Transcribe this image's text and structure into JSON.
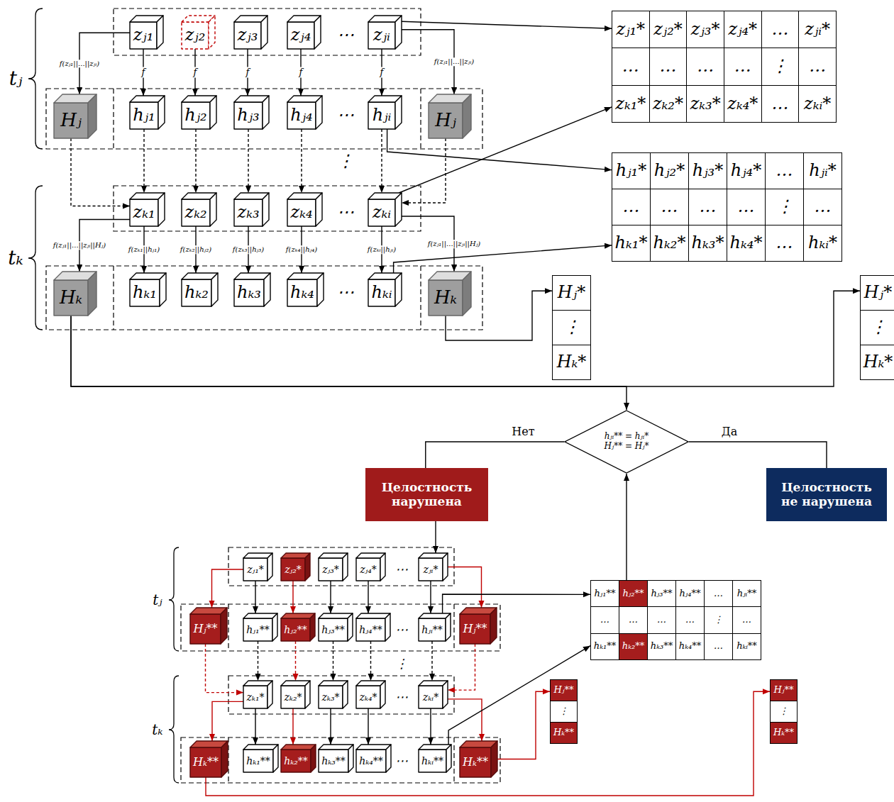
{
  "diagram": {
    "nodes": [
      {
        "text": [
          "zⱼ₁"
        ]
      },
      {
        "text": [
          "zⱼ₂"
        ]
      },
      {
        "text": [
          "zⱼ₃"
        ]
      },
      {
        "text": [
          "zⱼ₄"
        ]
      },
      {
        "text": [
          "zⱼᵢ"
        ]
      },
      {
        "text": [
          "Hⱼ"
        ]
      },
      {
        "text": [
          "hⱼ₁"
        ]
      },
      {
        "text": [
          "hⱼ₂"
        ]
      },
      {
        "text": [
          "hⱼ₃"
        ]
      },
      {
        "text": [
          "hⱼ₄"
        ]
      },
      {
        "text": [
          "hⱼᵢ"
        ]
      },
      {
        "text": [
          "Hⱼ"
        ]
      },
      {
        "text": [
          "zₖ₁"
        ]
      },
      {
        "text": [
          "zₖ₂"
        ]
      },
      {
        "text": [
          "zₖ₃"
        ]
      },
      {
        "text": [
          "zₖ₄"
        ]
      },
      {
        "text": [
          "zₖᵢ"
        ]
      },
      {
        "text": [
          "Hₖ"
        ]
      },
      {
        "text": [
          "hₖ₁"
        ]
      },
      {
        "text": [
          "hₖ₂"
        ]
      },
      {
        "text": [
          "hₖ₃"
        ]
      },
      {
        "text": [
          "hₖ₄"
        ]
      },
      {
        "text": [
          "hₖᵢ"
        ]
      },
      {
        "text": [
          "Hₖ"
        ]
      },
      {
        "text": [
          "zⱼ₁*",
          "zⱼ₂*",
          "zⱼ₃*",
          "zⱼ₄*",
          "…",
          "zⱼᵢ*",
          "…",
          "…",
          "…",
          "…",
          "⋮",
          "…",
          "zₖ₁*",
          "zₖ₂*",
          "zₖ₃*",
          "zₖ₄*",
          "…",
          "zₖᵢ*"
        ]
      },
      {
        "text": [
          "hⱼ₁*",
          "hⱼ₂*",
          "hⱼ₃*",
          "hⱼ₄*",
          "…",
          "hⱼᵢ*",
          "…",
          "…",
          "…",
          "…",
          "⋮",
          "…",
          "hₖ₁*",
          "hₖ₂*",
          "hₖ₃*",
          "hₖ₄*",
          "…",
          "hₖᵢ*"
        ]
      },
      {
        "text": [
          "Hⱼ*",
          "⋮",
          "Hₖ*"
        ]
      },
      {
        "text": [
          "Hⱼ*",
          "⋮",
          "Hₖ*"
        ]
      },
      {
        "text": [
          "hⱼᵢ** = hⱼᵢ*",
          "Hⱼ** = Hⱼ*"
        ]
      },
      {
        "text": [
          "Целостность нарушена"
        ]
      },
      {
        "text": [
          "Целостность не нарушена"
        ]
      },
      {
        "text": [
          "zⱼ₁*"
        ]
      },
      {
        "text": [
          "zⱼ₂*"
        ]
      },
      {
        "text": [
          "zⱼ₃*"
        ]
      },
      {
        "text": [
          "zⱼ₄*"
        ]
      },
      {
        "text": [
          "zⱼᵢ*"
        ]
      },
      {
        "text": [
          "Hⱼ**"
        ]
      },
      {
        "text": [
          "hⱼ₁**"
        ]
      },
      {
        "text": [
          "hⱼ₂**"
        ]
      },
      {
        "text": [
          "hⱼ₃**"
        ]
      },
      {
        "text": [
          "hⱼ₄**"
        ]
      },
      {
        "text": [
          "hⱼᵢ**"
        ]
      },
      {
        "text": [
          "Hⱼ**"
        ]
      },
      {
        "text": [
          "zₖ₁*"
        ]
      },
      {
        "text": [
          "zₖ₂*"
        ]
      },
      {
        "text": [
          "zₖ₃*"
        ]
      },
      {
        "text": [
          "zₖ₄*"
        ]
      },
      {
        "text": [
          "zₖᵢ*"
        ]
      },
      {
        "text": [
          "Hₖ**"
        ]
      },
      {
        "text": [
          "hₖ₁**"
        ]
      },
      {
        "text": [
          "hₖ₂**"
        ]
      },
      {
        "text": [
          "hₖ₃**"
        ]
      },
      {
        "text": [
          "hₖ₄**"
        ]
      },
      {
        "text": [
          "hₖᵢ**"
        ]
      },
      {
        "text": [
          "Hₖ**"
        ]
      },
      {
        "text": [
          "hⱼ₁**",
          "hⱼ₂**",
          "hⱼ₃**",
          "hⱼ₄**",
          "…",
          "hⱼᵢ**",
          "…",
          "…",
          "…",
          "…",
          "⋮",
          "…",
          "hₖ₁**",
          "hₖ₂**",
          "hₖ₃**",
          "hₖ₄**",
          "…",
          "hₖᵢ**"
        ]
      },
      {
        "text": [
          "Hⱼ**",
          "⋮",
          "Hₖ**"
        ]
      },
      {
        "text": [
          "Hⱼ**",
          "⋮",
          "Hₖ**"
        ]
      }
    ],
    "edges": [
      {
        "from": 0,
        "to": 6,
        "arrow": "to",
        "label": "f"
      },
      {
        "from": 1,
        "to": 7,
        "arrow": "to",
        "label": "f"
      },
      {
        "from": 2,
        "to": 8,
        "arrow": "to",
        "label": "f"
      },
      {
        "from": 3,
        "to": 9,
        "arrow": "to",
        "label": "f"
      },
      {
        "from": 4,
        "to": 10,
        "arrow": "to",
        "label": "f"
      },
      {
        "from": 0,
        "to": 5,
        "arrow": "to",
        "label": "f(zⱼ₁||...||zⱼᵢ)"
      },
      {
        "from": 4,
        "to": 11,
        "arrow": "to",
        "label": "f(zⱼ₁||...||zⱼᵢ)"
      },
      {
        "from": 6,
        "to": 12,
        "arrow": "to"
      },
      {
        "from": 7,
        "to": 13,
        "arrow": "to"
      },
      {
        "from": 8,
        "to": 14,
        "arrow": "to"
      },
      {
        "from": 9,
        "to": 15,
        "arrow": "to"
      },
      {
        "from": 10,
        "to": 16,
        "arrow": "to"
      },
      {
        "from": 5,
        "to": 12,
        "arrow": "to"
      },
      {
        "from": 11,
        "to": 16,
        "arrow": "to"
      },
      {
        "from": 12,
        "to": 18,
        "arrow": "to",
        "label": "f(zₖ₁||hⱼ₁)"
      },
      {
        "from": 13,
        "to": 19,
        "arrow": "to",
        "label": "f(zₖ₂||hⱼ₂)"
      },
      {
        "from": 14,
        "to": 20,
        "arrow": "to",
        "label": "f(zₖ₃||hⱼ₃)"
      },
      {
        "from": 15,
        "to": 21,
        "arrow": "to",
        "label": "f(zₖ₄||hⱼ₄)"
      },
      {
        "from": 16,
        "to": 22,
        "arrow": "to",
        "label": "f(zₖᵢ||hⱼᵢ)"
      },
      {
        "from": 12,
        "to": 17,
        "arrow": "to",
        "label": "f(zⱼ₁||...||zⱼᵢ||Hⱼ)"
      },
      {
        "from": 16,
        "to": 23,
        "arrow": "to",
        "label": "f(zⱼ₁||...||zⱼᵢ||Hⱼ)"
      },
      {
        "from": 4,
        "to": 24,
        "arrow": "to"
      },
      {
        "from": 16,
        "to": 24,
        "arrow": "to"
      },
      {
        "from": 10,
        "to": 25,
        "arrow": "to"
      },
      {
        "from": 22,
        "to": 25,
        "arrow": "to"
      },
      {
        "from": 23,
        "to": 26,
        "arrow": "to"
      },
      {
        "from": 17,
        "to": 28,
        "arrow": "to"
      },
      {
        "from": 17,
        "to": 27,
        "arrow": "to"
      },
      {
        "from": 55,
        "to": 28,
        "arrow": "to"
      },
      {
        "from": 28,
        "to": 29,
        "arrow": "none",
        "label": "Нет"
      },
      {
        "from": 28,
        "to": 30,
        "arrow": "none",
        "label": "Да"
      },
      {
        "from": 29,
        "to": 35,
        "arrow": "to"
      },
      {
        "from": 31,
        "to": 37,
        "arrow": "to"
      },
      {
        "from": 32,
        "to": 38,
        "arrow": "to"
      },
      {
        "from": 33,
        "to": 39,
        "arrow": "to"
      },
      {
        "from": 34,
        "to": 40,
        "arrow": "to"
      },
      {
        "from": 35,
        "to": 41,
        "arrow": "to"
      },
      {
        "from": 31,
        "to": 36,
        "arrow": "to"
      },
      {
        "from": 35,
        "to": 42,
        "arrow": "to"
      },
      {
        "from": 37,
        "to": 43,
        "arrow": "to"
      },
      {
        "from": 38,
        "to": 44,
        "arrow": "to"
      },
      {
        "from": 39,
        "to": 45,
        "arrow": "to"
      },
      {
        "from": 40,
        "to": 46,
        "arrow": "to"
      },
      {
        "from": 41,
        "to": 47,
        "arrow": "to"
      },
      {
        "from": 36,
        "to": 43,
        "arrow": "to"
      },
      {
        "from": 42,
        "to": 47,
        "arrow": "to"
      },
      {
        "from": 43,
        "to": 49,
        "arrow": "to"
      },
      {
        "from": 44,
        "to": 50,
        "arrow": "to"
      },
      {
        "from": 45,
        "to": 51,
        "arrow": "to"
      },
      {
        "from": 46,
        "to": 52,
        "arrow": "to"
      },
      {
        "from": 47,
        "to": 53,
        "arrow": "to"
      },
      {
        "from": 43,
        "to": 48,
        "arrow": "to"
      },
      {
        "from": 47,
        "to": 54,
        "arrow": "to"
      },
      {
        "from": 41,
        "to": 55,
        "arrow": "to"
      },
      {
        "from": 53,
        "to": 55,
        "arrow": "to"
      },
      {
        "from": 54,
        "to": 56,
        "arrow": "to"
      },
      {
        "from": 48,
        "to": 57,
        "arrow": "to"
      }
    ],
    "labels": [
      "tⱼ",
      "⋯",
      "⋯",
      "⋮",
      "tₖ",
      "⋯",
      "⋯",
      "tⱼ",
      "⋯",
      "⋯",
      "⋮",
      "tₖ",
      "⋯",
      "⋯"
    ]
  }
}
